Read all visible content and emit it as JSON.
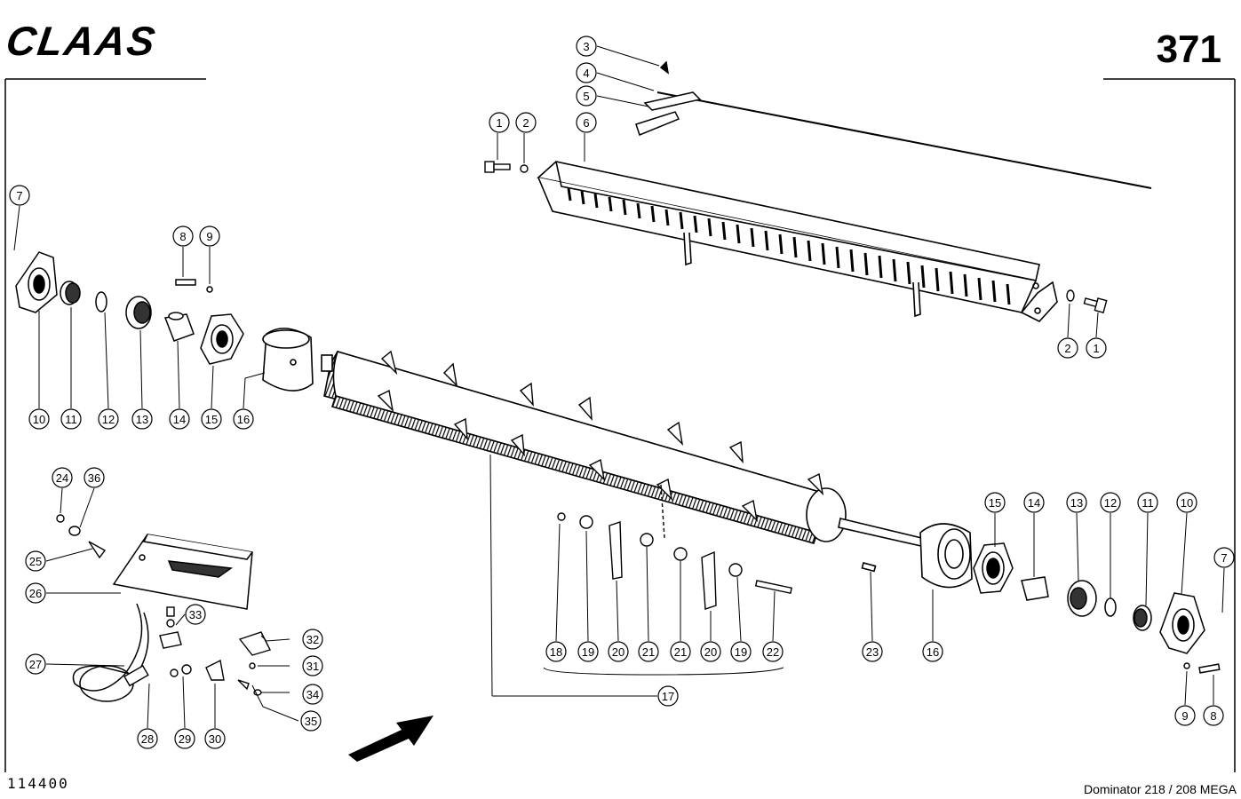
{
  "header": {
    "brand": "CLAAS",
    "page_number": "371"
  },
  "footer": {
    "code": "114400",
    "model": "Dominator 218 / 208 MEGA"
  },
  "callouts": [
    "1",
    "2",
    "3",
    "4",
    "5",
    "6",
    "7",
    "8",
    "9",
    "10",
    "11",
    "12",
    "13",
    "14",
    "15",
    "16",
    "17",
    "18",
    "19",
    "20",
    "21",
    "22",
    "23",
    "24",
    "25",
    "26",
    "27",
    "28",
    "29",
    "30",
    "31",
    "32",
    "33",
    "34",
    "35",
    "36"
  ],
  "colors": {
    "ink": "#000000",
    "paper": "#ffffff",
    "shade": "#333333"
  }
}
